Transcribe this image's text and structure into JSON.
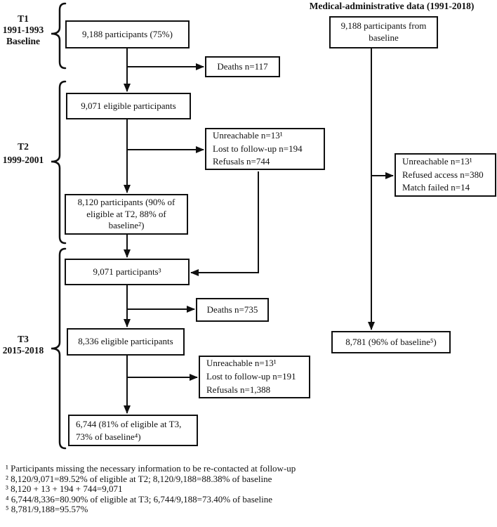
{
  "title": "Medical-administrative data (1991-2018)",
  "stages": {
    "t1": {
      "line1": "T1",
      "line2": "1991-1993",
      "line3": "Baseline"
    },
    "t2": {
      "line1": "T2",
      "line2": "1999-2001"
    },
    "t3": {
      "line1": "T3",
      "line2": "2015-2018"
    }
  },
  "boxes": {
    "baseline": {
      "text": "9,188 participants (75%)"
    },
    "deaths_t1": {
      "text": "Deaths n=117"
    },
    "eligible_t2": {
      "text": "9,071 eligible participants"
    },
    "losses_t2": {
      "line1": "Unreachable n=13¹",
      "line2": "Lost to follow-up n=194",
      "line3": "Refusals n=744"
    },
    "participants_t2": {
      "line1": "8,120 participants (90% of",
      "line2": "eligible at T2, 88% of",
      "line3": "baseline²)"
    },
    "pool_t3": {
      "text": "9,071 participants³"
    },
    "deaths_t3": {
      "text": "Deaths n=735"
    },
    "eligible_t3": {
      "text": "8,336 eligible participants"
    },
    "losses_t3": {
      "line1": "Unreachable n=13¹",
      "line2": "Lost to follow-up n=191",
      "line3": "Refusals n=1,388"
    },
    "participants_t3": {
      "line1": "6,744 (81% of eligible at T3,",
      "line2": "73% of baseline⁴)"
    },
    "admin_baseline": {
      "line1": "9,188 participants from",
      "line2": "baseline"
    },
    "admin_losses": {
      "line1": "Unreachable n=13¹",
      "line2": "Refused access n=380",
      "line3": "Match failed n=14"
    },
    "admin_final": {
      "text": "8,781 (96% of baseline⁵)"
    }
  },
  "footnotes": [
    "¹ Participants missing the necessary information to be re-contacted at follow-up",
    "² 8,120/9,071=89.52% of eligible at T2; 8,120/9,188=88.38% of baseline",
    "³ 8,120 + 13 + 194 + 744=9,071",
    "⁴ 6,744/8,336=80.90% of eligible at T3; 6,744/9,188=73.40% of baseline",
    "⁵ 8,781/9,188=95.57%"
  ],
  "colors": {
    "line": "#101010",
    "text": "#111111",
    "background": "#ffffff"
  }
}
